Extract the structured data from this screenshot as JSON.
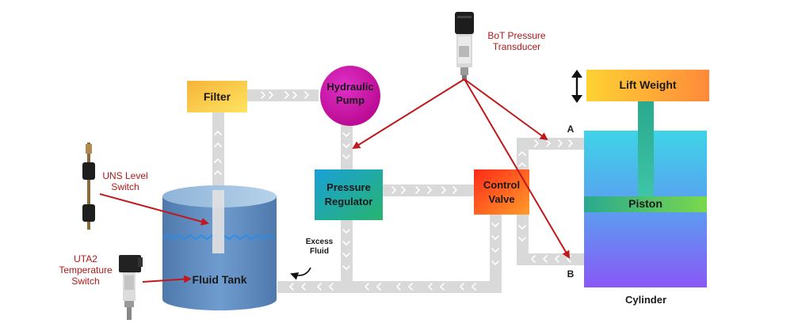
{
  "components": {
    "filter": "Filter",
    "pump_line1": "Hydraulic",
    "pump_line2": "Pump",
    "regulator_line1": "Pressure",
    "regulator_line2": "Regulator",
    "valve_line1": "Control",
    "valve_line2": "Valve",
    "lift_weight": "Lift Weight",
    "piston": "Piston",
    "cylinder": "Cylinder",
    "tank": "Fluid Tank"
  },
  "sensors": {
    "bot_line1": "BoT Pressure",
    "bot_line2": "Transducer",
    "uns_line1": "UNS Level",
    "uns_line2": "Switch",
    "uta2_line1": "UTA2",
    "uta2_line2": "Temperature",
    "uta2_line3": "Switch"
  },
  "annotations": {
    "excess_line1": "Excess",
    "excess_line2": "Fluid",
    "port_a": "A",
    "port_b": "B"
  },
  "colors": {
    "pipe": "#d8d8d8",
    "pipe_arrow": "#ffffff",
    "sensor_arrow": "#c0181c",
    "sensor_label": "#b01818",
    "filter_grad": [
      "#f5b83c",
      "#ffe060"
    ],
    "pump": "#cc11aa",
    "regulator_grad": [
      "#1a9fd6",
      "#26b573"
    ],
    "valve_grad": [
      "#ff2a18",
      "#ff9a28"
    ],
    "lift_grad": [
      "#ffd033",
      "#ff8a3a"
    ],
    "cylinder_grad": [
      "#3fd2e8",
      "#8a5af5"
    ],
    "piston_band": [
      "#2aa98e",
      "#7ad94a"
    ],
    "tank": "#5b87bd",
    "fluid_line": "#1e8ef0"
  }
}
